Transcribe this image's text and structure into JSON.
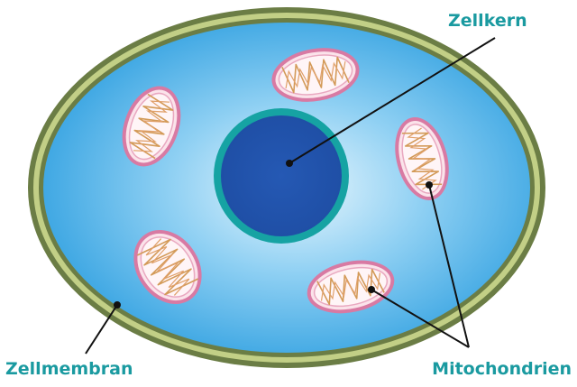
{
  "labels": {
    "nucleus": "Zellkern",
    "membrane": "Zellmembran",
    "mitochondria": "Mitochondrien"
  },
  "colors": {
    "label_teal": "#1a9aa0",
    "leader_line": "#111111",
    "membrane_outer": "#6b7d45",
    "membrane_inner": "#c2cf86",
    "cytoplasm_light": "#e8f6fd",
    "cytoplasm_mid": "#8fd0f3",
    "cytoplasm_dark": "#2e9fe0",
    "nucleus_ring": "#16a3a3",
    "nucleus_core": "#1f4fa6",
    "mito_fill": "#fbe3ea",
    "mito_edge": "#d87aa3",
    "mito_cristae": "#d39a58"
  }
}
